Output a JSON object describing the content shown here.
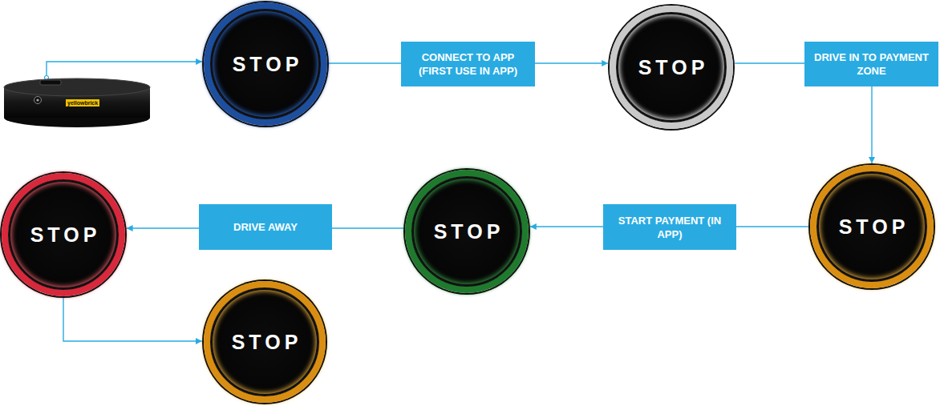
{
  "diagram": {
    "nodes": [
      {
        "text": [
          "yellowbrick"
        ]
      },
      {
        "text": [
          "STOP"
        ]
      },
      {
        "text": [
          "STOP"
        ]
      },
      {
        "text": [
          "STOP"
        ]
      },
      {
        "text": [
          "STOP"
        ]
      },
      {
        "text": [
          "STOP"
        ]
      },
      {
        "text": [
          "STOP"
        ]
      }
    ],
    "edges": [
      {
        "from": 0,
        "to": 1,
        "arrow": "to"
      },
      {
        "from": 1,
        "to": 2,
        "label": "CONNECT TO APP (FIRST USE IN APP)",
        "arrow": "to"
      },
      {
        "from": 2,
        "to": 3,
        "label": "DRIVE IN TO PAYMENT ZONE",
        "arrow": "to"
      },
      {
        "from": 3,
        "to": 4,
        "label": "START PAYMENT (IN APP)",
        "arrow": "to"
      },
      {
        "from": 4,
        "to": 5,
        "label": "DRIVE AWAY",
        "arrow": "to"
      },
      {
        "from": 5,
        "to": 6,
        "arrow": "to"
      }
    ]
  }
}
